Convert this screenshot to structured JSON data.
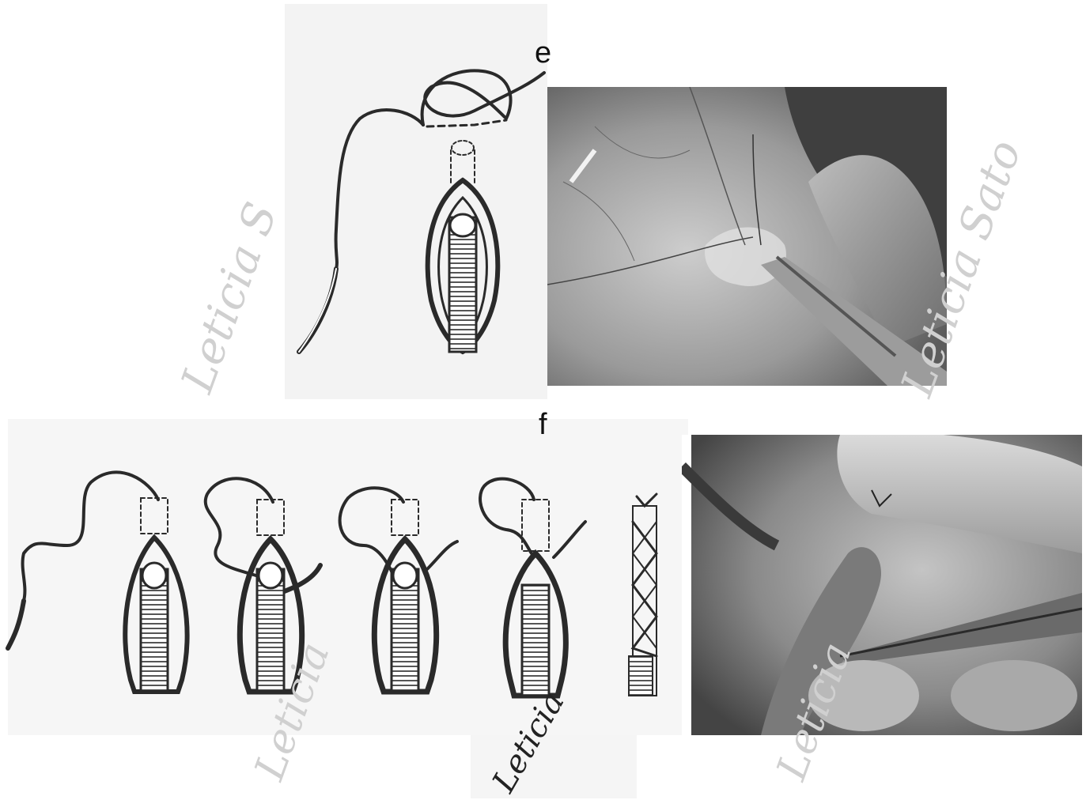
{
  "panels": [
    {
      "letter": "e"
    },
    {
      "letter": "f"
    }
  ],
  "watermarks": [
    {
      "text": "Leticia S"
    },
    {
      "text": "Leticia Sato"
    },
    {
      "text": "Leticia"
    },
    {
      "text": "Leticia"
    },
    {
      "text": "Leticia"
    }
  ],
  "colors": {
    "ink": "#2a2a2a",
    "photo_dark": "#3a3a3a",
    "photo_mid": "#8c8c8c",
    "photo_light": "#cfcfcf",
    "watermark": "#d8d8d8"
  }
}
